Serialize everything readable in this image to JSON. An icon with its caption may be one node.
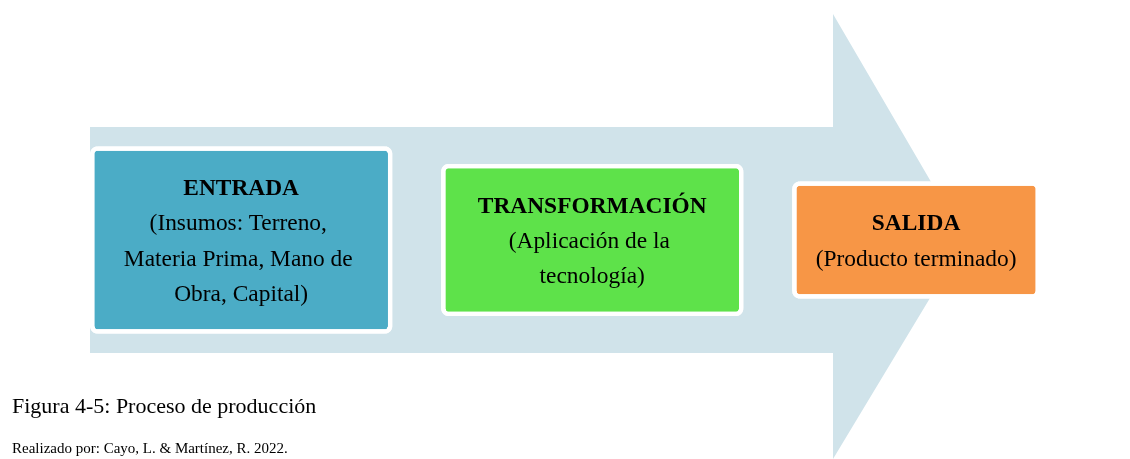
{
  "diagram": {
    "caption": "Figura 4-5: Proceso de producción",
    "nodes": [
      {
        "text": [
          "ENTRADA",
          "(Insumos: Terreno, Materia Prima, Mano de Obra, Capital)"
        ]
      },
      {
        "text": [
          "TRANSFORMACIÓN",
          "(Aplicación de la tecnología)"
        ]
      },
      {
        "text": [
          "SALIDA",
          "(Producto terminado)"
        ]
      }
    ],
    "edges": [],
    "labels": [
      "Realizado por: Cayo, L. & Martínez, R. 2022."
    ]
  }
}
